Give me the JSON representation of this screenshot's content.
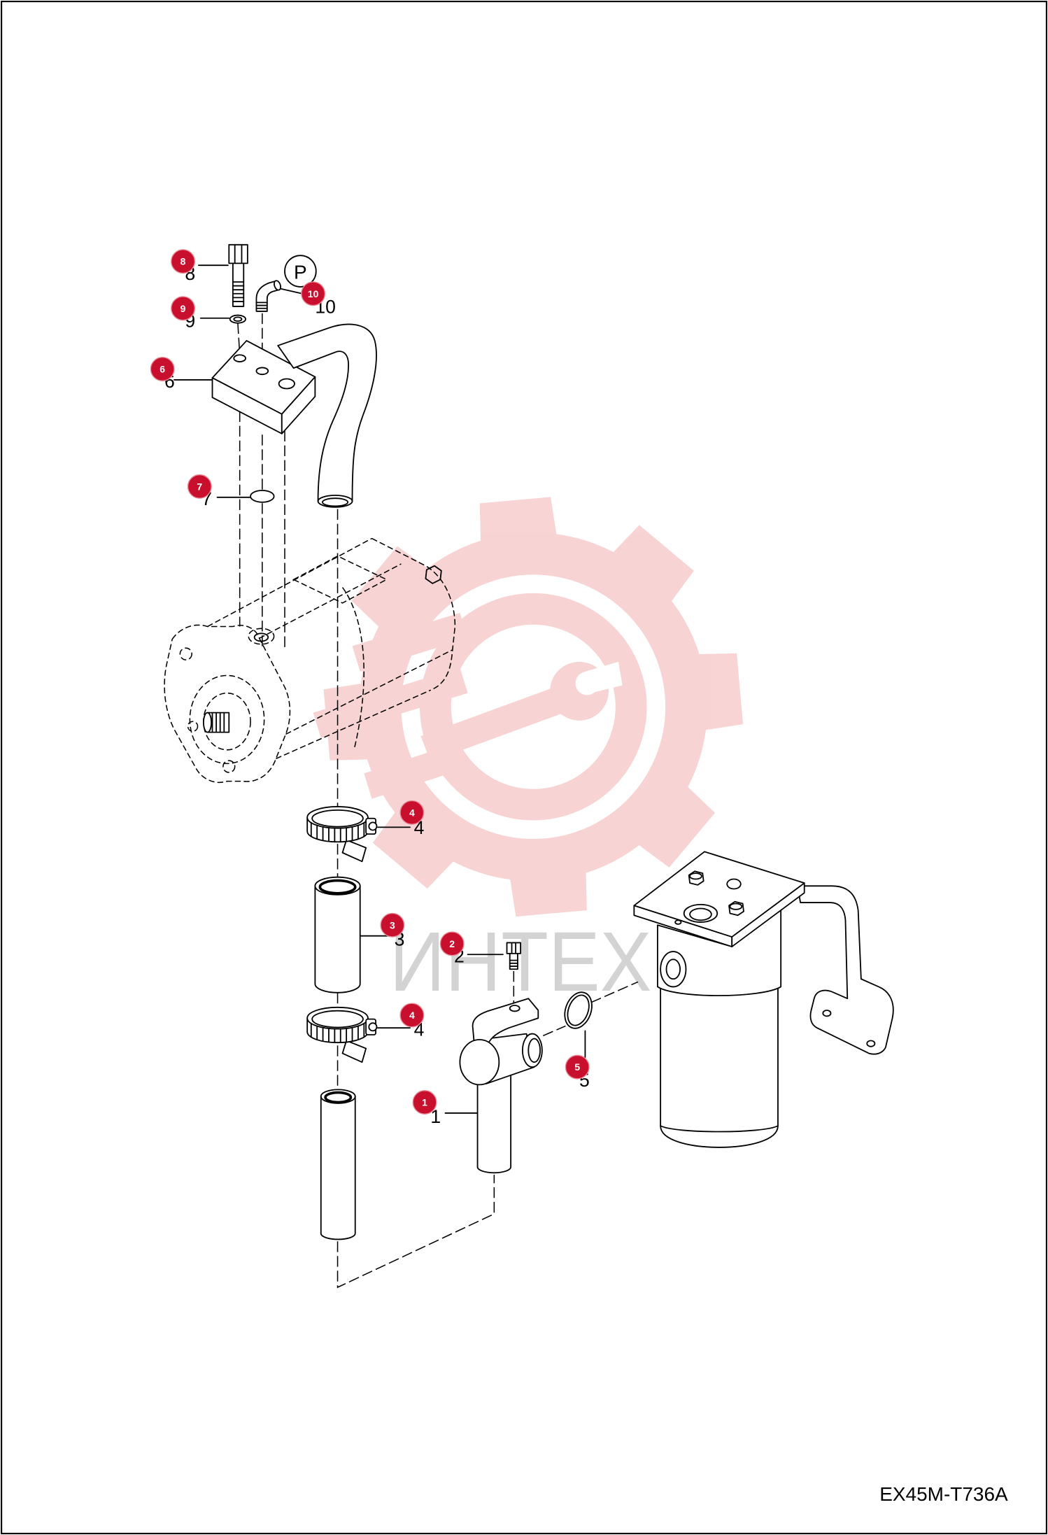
{
  "drawing": {
    "code": "EX45M-T736A",
    "pressure_symbol": "P"
  },
  "watermark": {
    "text": "ИНТЕХ",
    "gear_color": "#f3b0b0",
    "text_color": "#c9c9c9"
  },
  "colors": {
    "callout_fill": "#c8102e",
    "callout_text": "#ffffff",
    "line": "#000000"
  },
  "callouts": [
    {
      "number": "8"
    },
    {
      "number": "9"
    },
    {
      "number": "10"
    },
    {
      "number": "6"
    },
    {
      "number": "7"
    },
    {
      "number": "4"
    },
    {
      "number": "3"
    },
    {
      "number": "2"
    },
    {
      "number": "4"
    },
    {
      "number": "5"
    },
    {
      "number": "1"
    }
  ]
}
